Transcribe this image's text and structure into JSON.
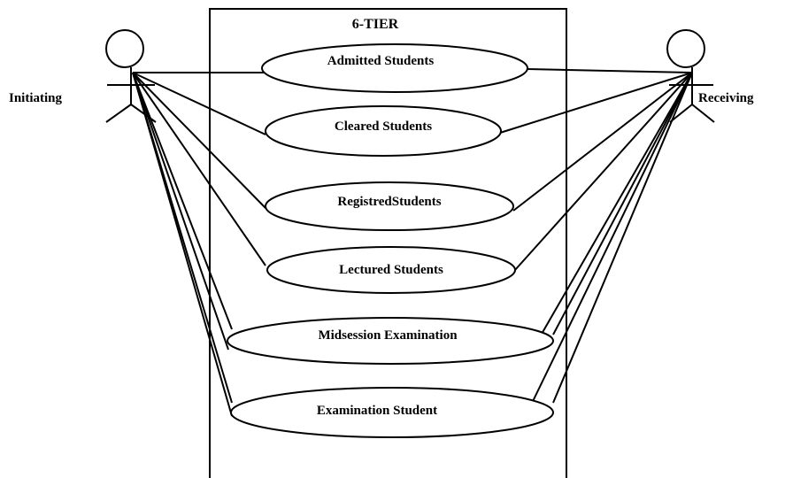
{
  "system": {
    "title": "6-TIER"
  },
  "actors": {
    "initiating": "Initiating",
    "receiving": "Receiving"
  },
  "use_cases": [
    "Admitted Students",
    "Cleared Students",
    "RegistredStudents",
    "Lectured Students",
    "Midsession Examination",
    "Examination Student"
  ]
}
